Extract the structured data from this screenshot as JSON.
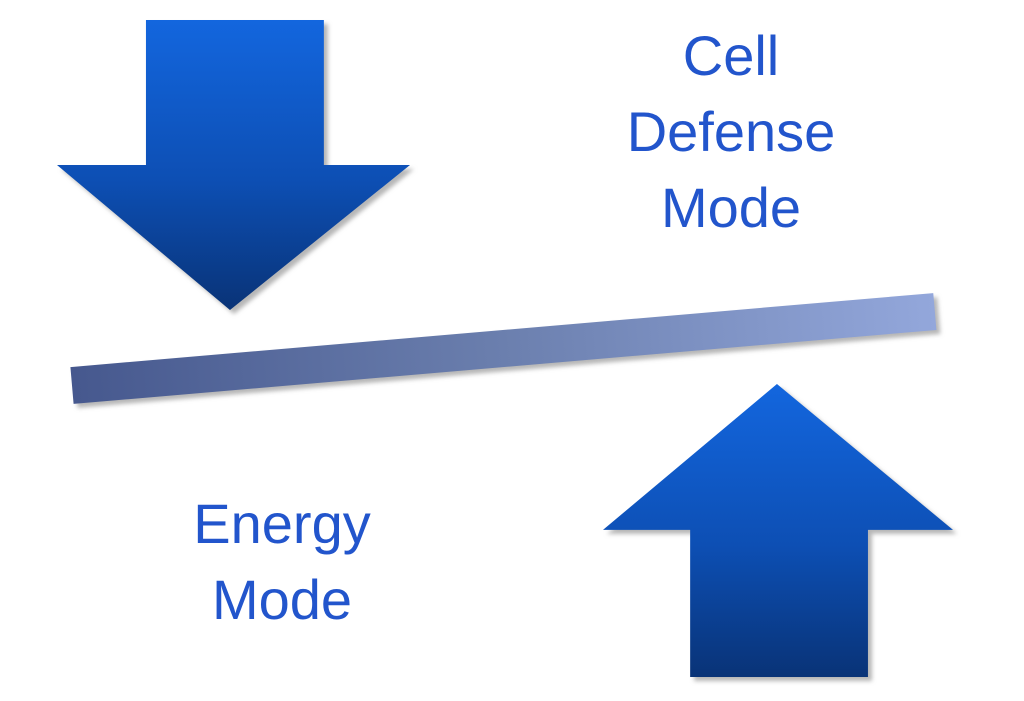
{
  "labels": {
    "cell_defense_mode": {
      "full": "Cell Defense Mode",
      "lines": [
        "Cell",
        "Defense",
        "Mode"
      ]
    },
    "energy_mode": {
      "full": "Energy Mode",
      "lines": [
        "Energy",
        "Mode"
      ]
    }
  },
  "icons": {
    "down_arrow": "down-arrow-icon",
    "up_arrow": "up-arrow-icon",
    "beam": "tilted-seesaw-beam"
  },
  "colors": {
    "background": "#ffffff",
    "label_text": "#2255cc",
    "arrow_top": "#1366de",
    "arrow_mid": "#0d4fb4",
    "arrow_bottom": "#093377",
    "beam_left": "#46588e",
    "beam_mid": "#6b7fae",
    "beam_right": "#93a7db"
  }
}
